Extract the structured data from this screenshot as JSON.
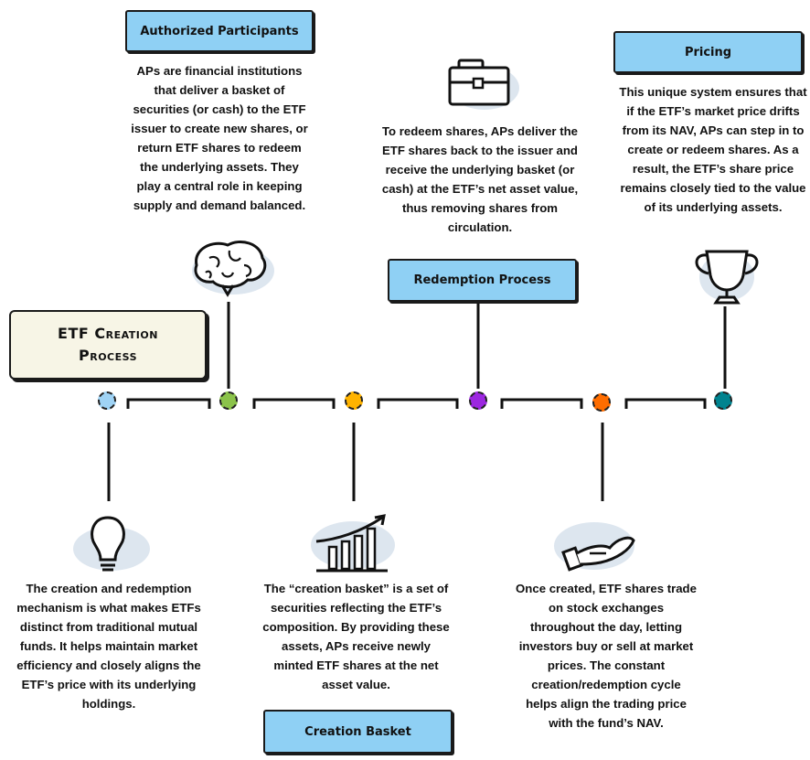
{
  "title": "ETF Creation Process",
  "labels": {
    "authorized_participants": "Authorized Participants",
    "pricing": "Pricing",
    "redemption_process": "Redemption Process",
    "creation_basket": "Creation Basket"
  },
  "descriptions": {
    "authorized_participants": "APs are financial institutions that deliver a basket of securities (or cash) to the ETF issuer to create new shares, or return ETF shares to redeem the underlying assets. They play a central role in keeping supply and demand balanced.",
    "redemption": "To redeem shares, APs deliver the ETF shares back to the issuer and receive the underlying basket (or cash) at the ETF’s net asset value, thus removing shares from circulation.",
    "pricing": "This unique system ensures that if the ETF’s market price drifts from its NAV, APs can step in to create or redeem shares. As a result, the ETF’s share price remains closely tied to the value of its underlying assets.",
    "mechanism": "The creation and redemption mechanism is what makes ETFs distinct from traditional mutual funds. It helps maintain market efficiency and closely aligns the ETF’s price with its underlying holdings.",
    "creation_basket": "The “creation basket” is a set of securities reflecting the ETF’s composition. By providing these assets, APs receive newly minted ETF shares at the net asset value.",
    "trading": "Once created, ETF shares trade on stock exchanges throughout the day, letting investors buy or sell at market prices. The constant creation/redemption cycle helps align the trading price with the fund’s NAV."
  },
  "icons": [
    "briefcase-icon",
    "brain-icon",
    "trophy-icon",
    "lightbulb-icon",
    "growth-chart-icon",
    "hand-icon"
  ],
  "colors": {
    "label_fill": "#8fd0f4",
    "title_fill": "#f7f5e6",
    "node_1": "#9fd3f5",
    "node_2": "#8bc34a",
    "node_3": "#ffb300",
    "node_4": "#9c27e0",
    "node_5": "#ff6d00",
    "node_6": "#00838f"
  }
}
